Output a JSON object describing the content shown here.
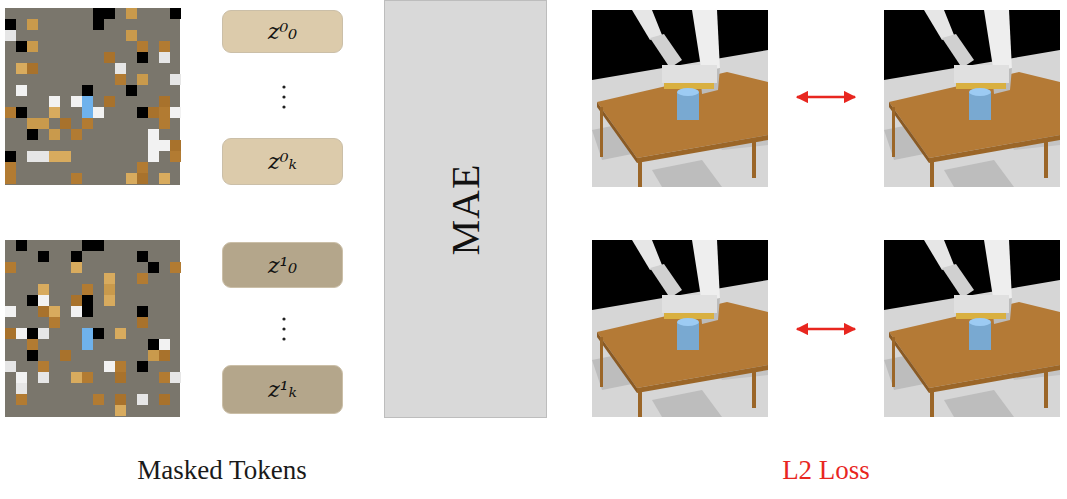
{
  "diagram": {
    "nodes": [
      {
        "text": [
          "z⁰₀"
        ]
      },
      {
        "text": [
          "z⁰ₖ"
        ]
      },
      {
        "text": [
          "z¹₀"
        ]
      },
      {
        "text": [
          "z¹ₖ"
        ]
      },
      {
        "text": [
          "MAE"
        ]
      }
    ],
    "edges": [],
    "labels": [
      "Masked Tokens",
      "L2 Loss"
    ]
  }
}
